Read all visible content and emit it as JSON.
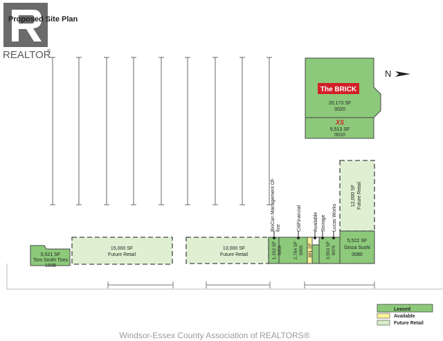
{
  "header": {
    "title": "Proposed Site Plan"
  },
  "brand": {
    "logo_text": "REALTOR",
    "logo_mark": "®",
    "logo_color": "#5a5a5a"
  },
  "north": {
    "label": "N"
  },
  "anchor": {
    "brick_logo": "The BRICK",
    "brick_sf": "20,173 SF",
    "brick_unit": "0020",
    "xs_logo": "XS",
    "xs_sf": "9,513 SF",
    "xs_unit": "0010"
  },
  "units": {
    "tom_smith": {
      "sf": "5,521 SF",
      "tenant": "Tom Smith Tires",
      "unit": "100B"
    },
    "retail_15000": {
      "sf": "15,000 SF",
      "label": "Future Retail"
    },
    "retail_13000": {
      "sf": "13,000 SF",
      "label": "Future Retail"
    },
    "biocan": {
      "tenant": "BioCan Management Of-",
      "tenant_line2": "fice",
      "sf": "1,152 SF",
      "unit": "0059"
    },
    "citifinancial": {
      "tenant": "CitiFinancial",
      "sf": "2,794 SF",
      "unit": "0055"
    },
    "available": {
      "tenant": "Available",
      "sf": "881 SF"
    },
    "storage": {
      "tenant": "Storage"
    },
    "lucas": {
      "tenant": "Lucas Works",
      "sf": "3,553 SF",
      "unit": "0075"
    },
    "retail_12000": {
      "sf": "12,000 SF",
      "label": "Future Retail"
    },
    "ginza": {
      "sf": "5,522 SF",
      "tenant": "Ginza Sushi",
      "unit": "0080"
    }
  },
  "legend": {
    "items": [
      {
        "label": "Leased",
        "color": "#8cc97a"
      },
      {
        "label": "Available",
        "color": "#fdf39c"
      },
      {
        "label": "Future Retail",
        "color": "#d8ecc8"
      }
    ]
  },
  "footer": {
    "watermark": "Windsor-Essex County Association of REALTORS®"
  },
  "colors": {
    "leased": "#8cc97a",
    "future": "#dff0d2",
    "available": "#fdf39c",
    "line": "#444444"
  }
}
